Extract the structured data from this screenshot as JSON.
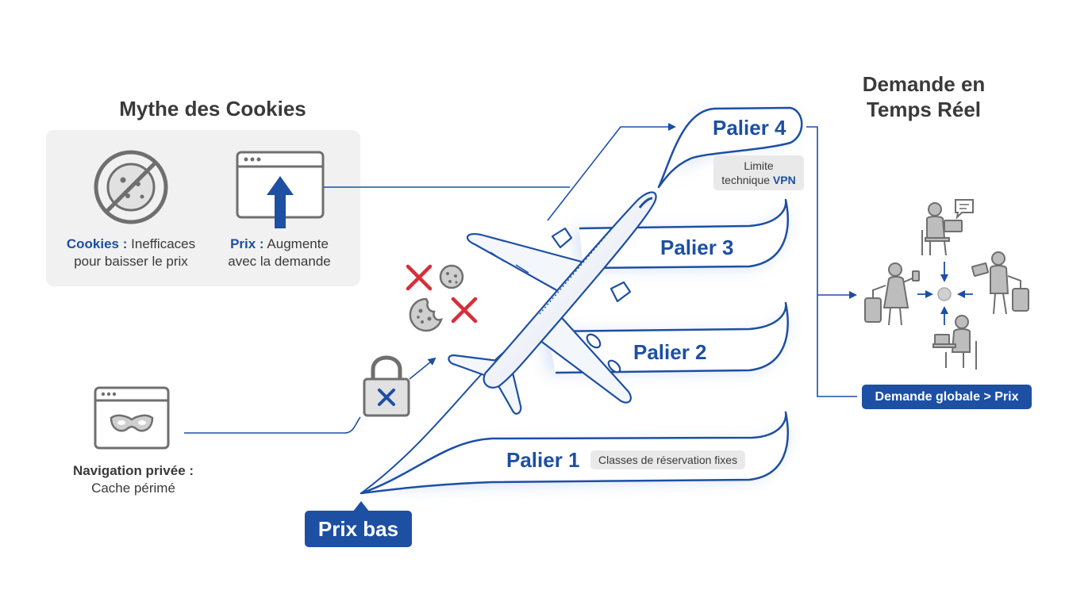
{
  "cookie_myth": {
    "title": "Mythe des Cookies",
    "cookies_label": "Cookies :",
    "cookies_text_1": "Inefficaces",
    "cookies_text_2": "pour baisser le prix",
    "price_label": "Prix :",
    "price_text_1": "Augmente",
    "price_text_2": "avec la demande"
  },
  "private_browsing": {
    "label": "Navigation privée :",
    "text": "Cache périmé"
  },
  "tiers": {
    "tier1": "Palier 1",
    "tier1_note": "Classes de réservation fixes",
    "tier2": "Palier 2",
    "tier3": "Palier 3",
    "tier4": "Palier 4",
    "tier4_note_1": "Limite",
    "tier4_note_2": "technique",
    "tier4_note_vpn": "VPN"
  },
  "low_price": "Prix bas",
  "realtime_demand": {
    "title_1": "Demande en",
    "title_2": "Temps Réel",
    "badge": "Demande globale > Prix"
  },
  "colors": {
    "primary_blue": "#1d4fa3",
    "icon_gray": "#6f6f6f",
    "panel_gray": "#f1f1f1",
    "chip_gray": "#e9e9e9",
    "cross_red": "#d62f3a"
  },
  "icons": [
    "no-cookie-icon",
    "browser-arrow-up-icon",
    "browser-mask-icon",
    "padlock-x-icon",
    "cookie-icon",
    "cross-icon",
    "airplane-icon",
    "traveler-icon",
    "chat-bubble-icon"
  ]
}
